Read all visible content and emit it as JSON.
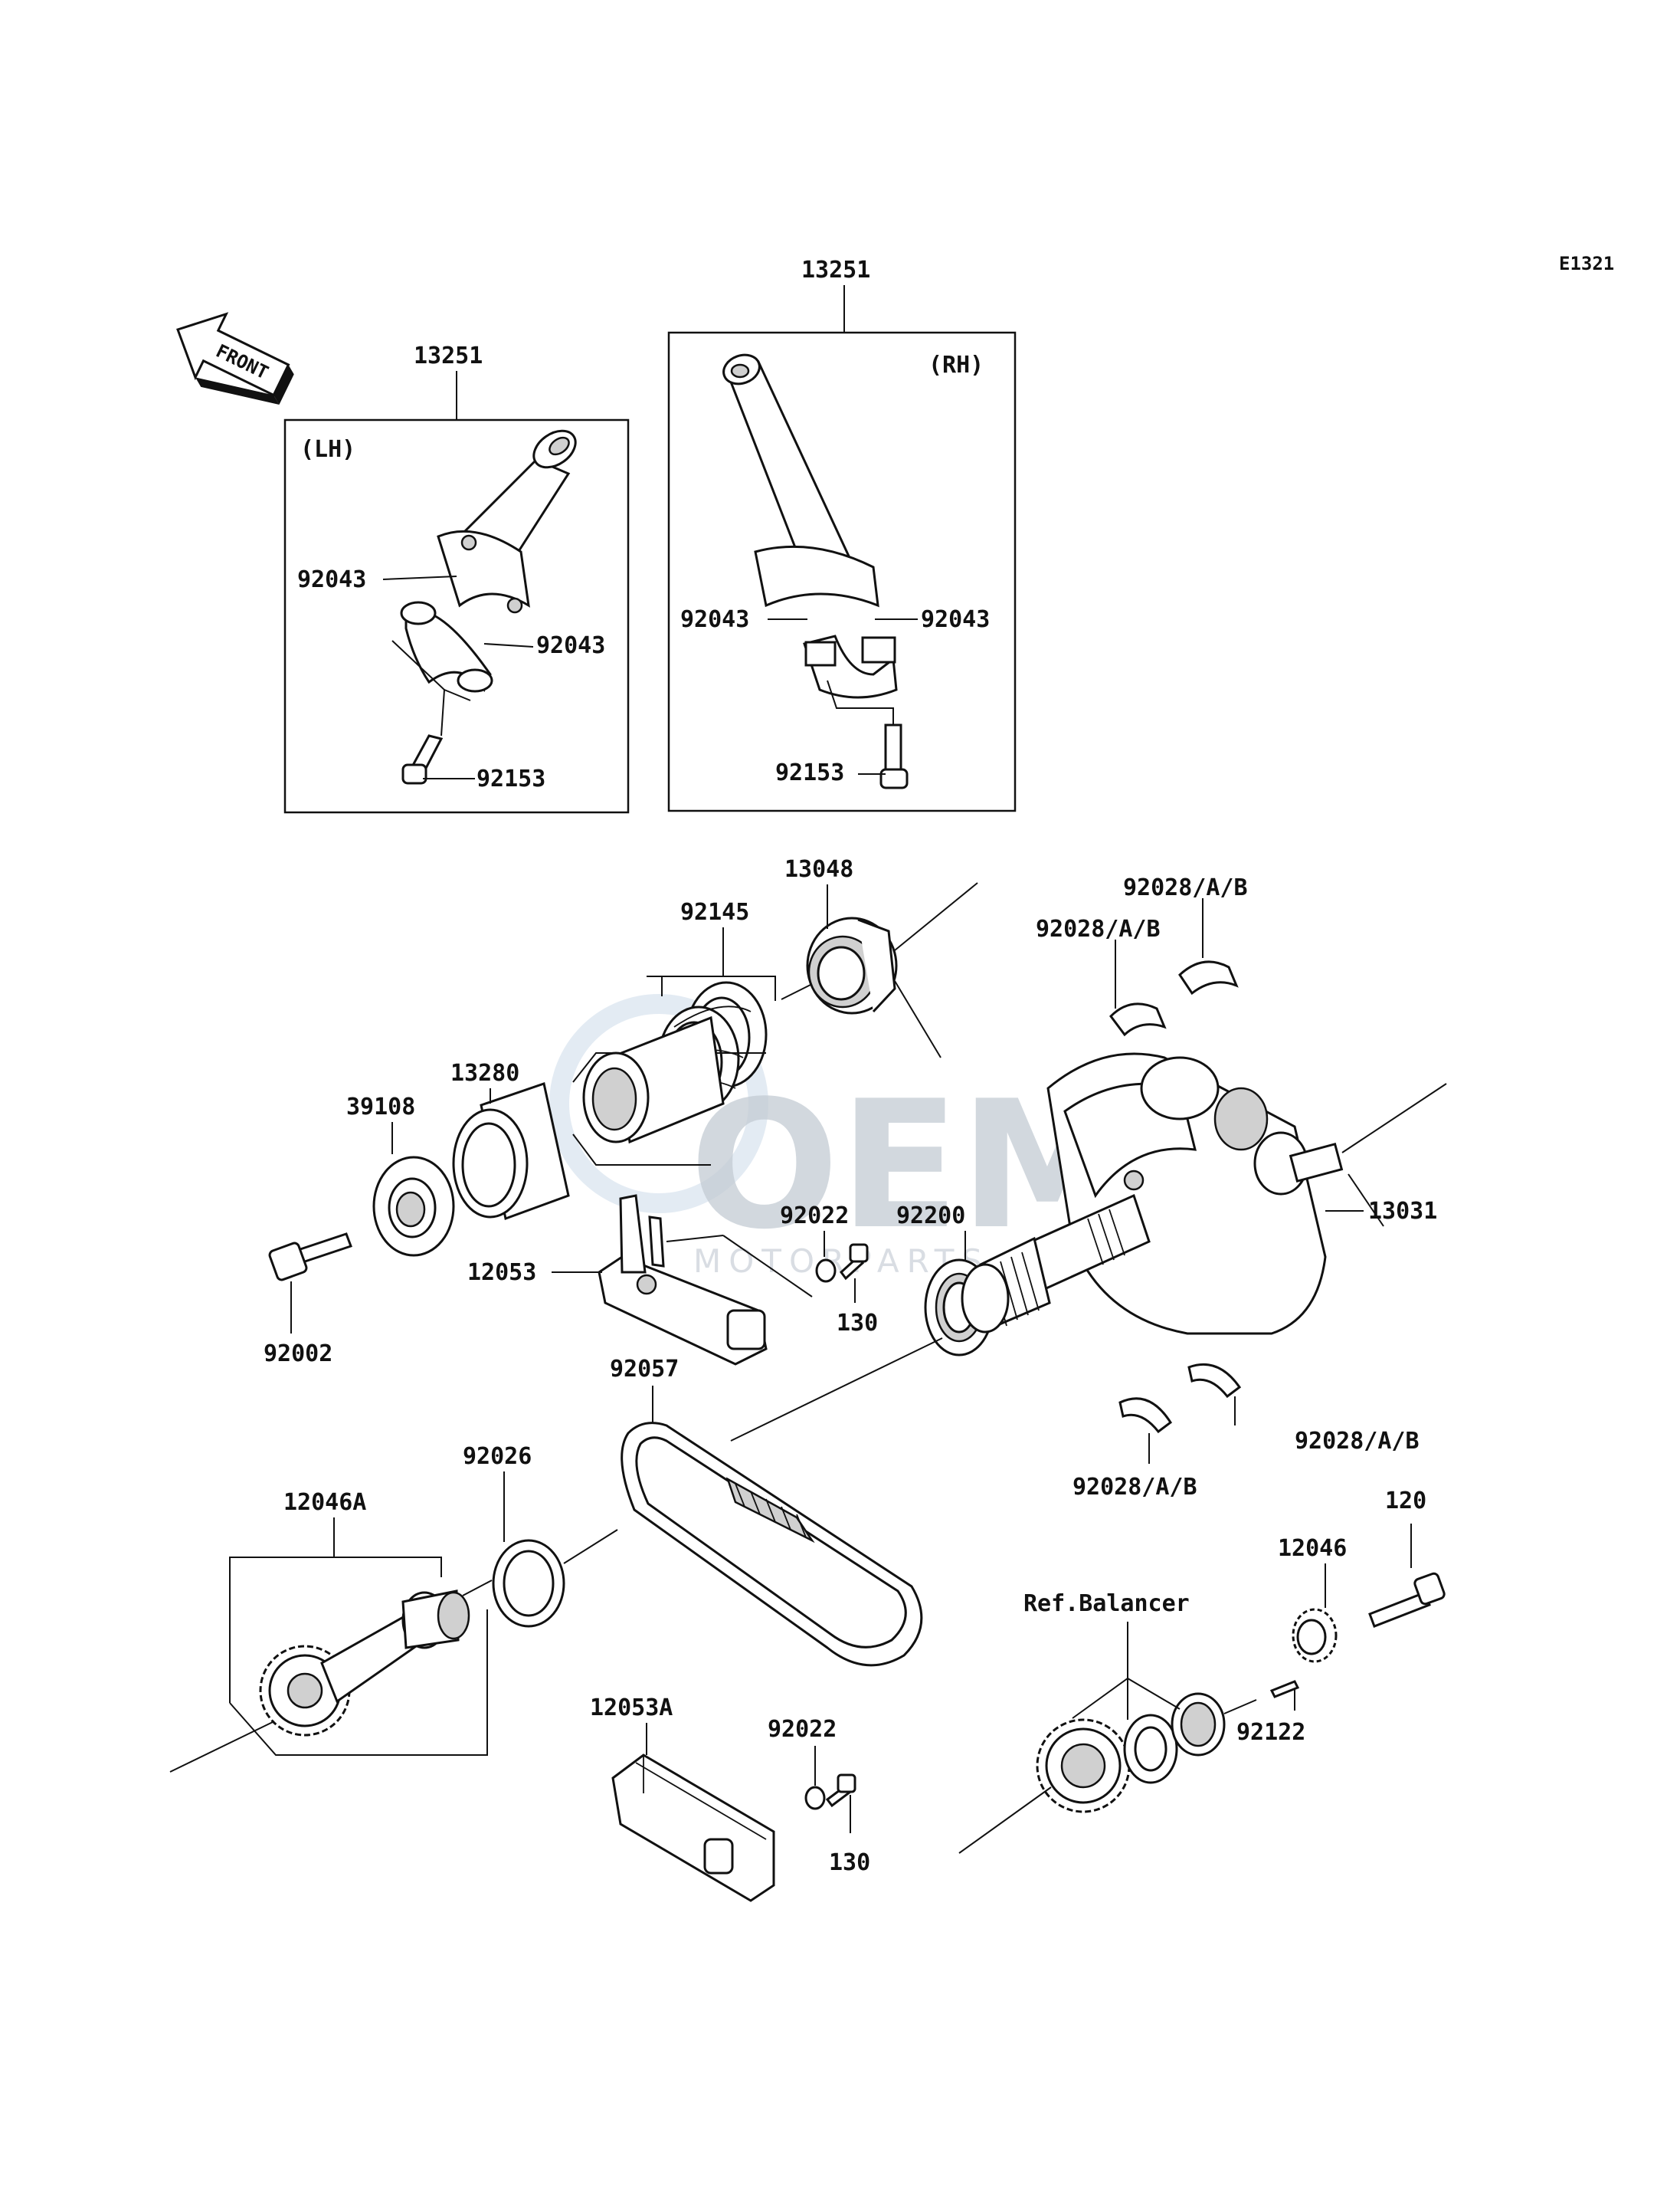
{
  "diagram_code": "E1321",
  "direction_arrow": {
    "label": "FRONT",
    "icon": "front-direction-arrow-icon"
  },
  "watermark": {
    "brand": "OEM",
    "subtitle": "MOTORPARTS"
  },
  "boxes": {
    "lh": {
      "part_number": "13251",
      "side_label": "(LH)"
    },
    "rh": {
      "part_number": "13251",
      "side_label": "(RH)"
    }
  },
  "callouts": {
    "lh_92043_a": "92043",
    "lh_92043_b": "92043",
    "lh_92153": "92153",
    "rh_92043_a": "92043",
    "rh_92043_b": "92043",
    "rh_92153": "92153",
    "p13048": "13048",
    "p92145": "92145",
    "p13280": "13280",
    "p39108": "39108",
    "p92002": "92002",
    "p12053": "12053",
    "p92022_a": "92022",
    "p130_a": "130",
    "p92200": "92200",
    "p13031": "13031",
    "p92028_1": "92028/A/B",
    "p92028_2": "92028/A/B",
    "p92028_3": "92028/A/B",
    "p92028_4": "92028/A/B",
    "p92057": "92057",
    "p92026": "92026",
    "p12046A": "12046A",
    "p12053A": "12053A",
    "p92022_b": "92022",
    "p130_b": "130",
    "ref_balancer": "Ref.Balancer",
    "p12046": "12046",
    "p120": "120",
    "p92122": "92122"
  }
}
